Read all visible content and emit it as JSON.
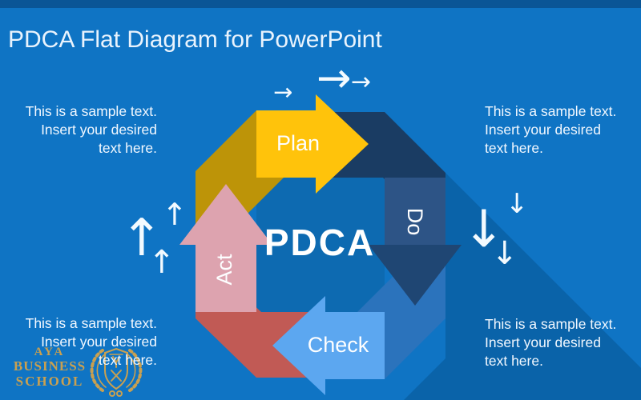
{
  "slide": {
    "title": "PDCA Flat Diagram for PowerPoint"
  },
  "diagram": {
    "center_label": "PDCA",
    "steps": [
      {
        "id": "plan",
        "label": "Plan"
      },
      {
        "id": "do",
        "label": "Do"
      },
      {
        "id": "check",
        "label": "Check"
      },
      {
        "id": "act",
        "label": "Act"
      }
    ]
  },
  "sample_text": {
    "line1": "This is a sample text.",
    "line2": "Insert your desired",
    "line3": "text here."
  },
  "logo": {
    "line1": "AYA",
    "line2": "BUSINESS",
    "line3": "SCHOOL"
  },
  "decor": {
    "right_arrow": "→",
    "down_arrow": "↓",
    "up_arrow": "↑"
  },
  "colors": {
    "background": "#0F74C4",
    "top_bar": "#0A5596",
    "shadow": "#0A63A9",
    "center_square": "#0D6AB1",
    "plan_body": "#FFC30B",
    "plan_tail": "#BD9408",
    "do_tail": "#1A3C63",
    "do_body": "#2D5486",
    "do_head": "#1F4673",
    "check_body": "#5CA7F0",
    "check_tail": "#2B73BC",
    "act_body": "#DDA3AF",
    "act_tail": "#C15A55",
    "logo_gold": "#C9A050"
  }
}
